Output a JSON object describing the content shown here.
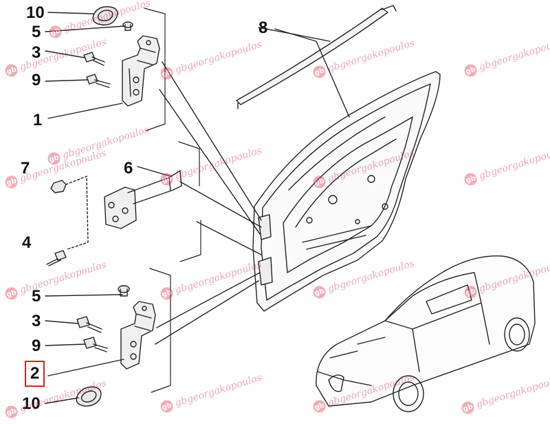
{
  "diagram": {
    "callouts": [
      {
        "id": "c10-top",
        "label": "10"
      },
      {
        "id": "c5-top",
        "label": "5"
      },
      {
        "id": "c3-top",
        "label": "3"
      },
      {
        "id": "c9-top",
        "label": "9"
      },
      {
        "id": "c1",
        "label": "1"
      },
      {
        "id": "c7",
        "label": "7"
      },
      {
        "id": "c6",
        "label": "6"
      },
      {
        "id": "c4",
        "label": "4"
      },
      {
        "id": "c5-bot",
        "label": "5"
      },
      {
        "id": "c3-bot",
        "label": "3"
      },
      {
        "id": "c9-bot",
        "label": "9"
      },
      {
        "id": "c2",
        "label": "2"
      },
      {
        "id": "c10-bot",
        "label": "10"
      },
      {
        "id": "c8",
        "label": "8"
      }
    ],
    "highlighted_callout": "2",
    "highlight_color": "#e02020",
    "line_color": "#222222",
    "watermark": {
      "text": "gbgeorgakopoulos",
      "logo_letters": "gb",
      "color": "#c2185b",
      "logo_color": "#e0244a",
      "count": 18
    }
  }
}
